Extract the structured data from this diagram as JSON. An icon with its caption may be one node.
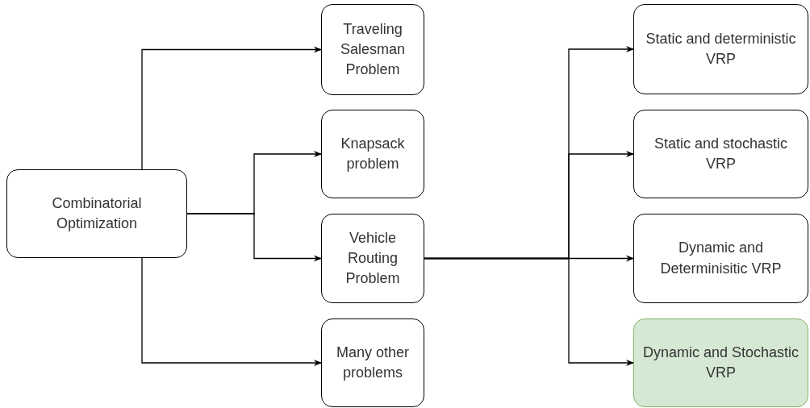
{
  "diagram": {
    "nodes": [
      {
        "text": [
          "Combinatorial Optimization"
        ]
      },
      {
        "text": [
          "Traveling Salesman Problem"
        ]
      },
      {
        "text": [
          "Knapsack problem"
        ]
      },
      {
        "text": [
          "Vehicle Routing Problem"
        ]
      },
      {
        "text": [
          "Many other problems"
        ]
      },
      {
        "text": [
          "Static and deterministic VRP"
        ]
      },
      {
        "text": [
          "Static and stochastic VRP"
        ]
      },
      {
        "text": [
          "Dynamic and Determinisitic VRP"
        ]
      },
      {
        "text": [
          "Dynamic and Stochastic VRP"
        ]
      }
    ],
    "edges": [
      {
        "from": 0,
        "to": 1,
        "arrow": "to"
      },
      {
        "from": 0,
        "to": 2,
        "arrow": "to"
      },
      {
        "from": 0,
        "to": 3,
        "arrow": "to"
      },
      {
        "from": 0,
        "to": 4,
        "arrow": "to"
      },
      {
        "from": 3,
        "to": 5,
        "arrow": "to"
      },
      {
        "from": 3,
        "to": 6,
        "arrow": "to"
      },
      {
        "from": 3,
        "to": 7,
        "arrow": "to"
      },
      {
        "from": 3,
        "to": 8,
        "arrow": "to",
        "color": "#000000"
      }
    ]
  }
}
